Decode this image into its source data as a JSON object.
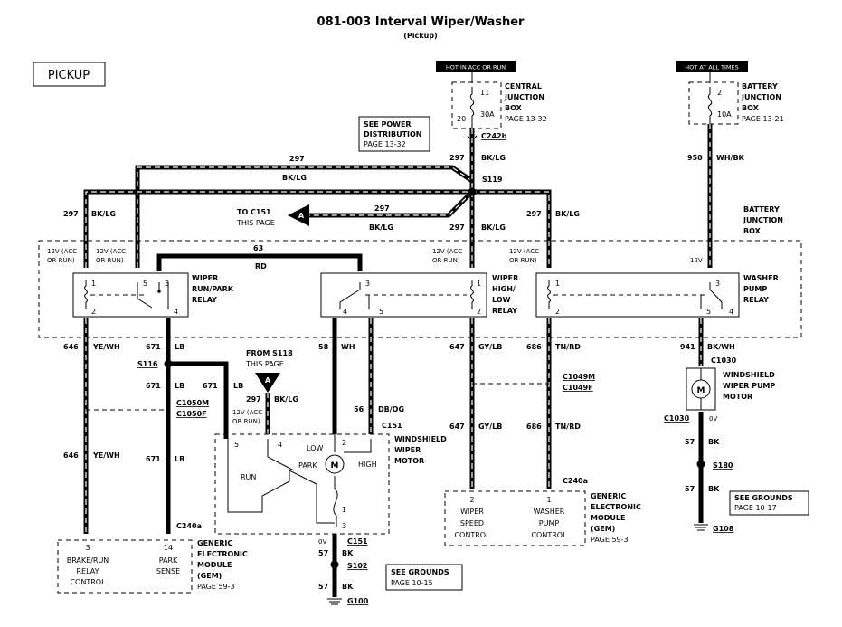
{
  "title": "081-003 Interval Wiper/Washer",
  "subtitle": "(Pickup)",
  "badge": "PICKUP",
  "flags": {
    "hot_acc_run": "HOT IN ACC OR RUN",
    "hot_all_times": "HOT AT ALL TIMES"
  },
  "cjb": {
    "pin_top": "11",
    "pin_bottom": "20",
    "fuse": "30A",
    "label1": "CENTRAL",
    "label2": "JUNCTION",
    "label3": "BOX",
    "page": "PAGE 13-32"
  },
  "bjb_fuse": {
    "pin": "2",
    "fuse": "10A",
    "label1": "BATTERY",
    "label2": "JUNCTION",
    "label3": "BOX",
    "page": "PAGE 13-21"
  },
  "see_power": {
    "line1": "SEE POWER",
    "line2": "DISTRIBUTION",
    "page": "PAGE 13-32"
  },
  "to_c151": {
    "line1": "TO C151",
    "line2": "THIS PAGE",
    "marker": "A"
  },
  "from_s118": {
    "line1": "FROM S118",
    "line2": "THIS PAGE",
    "marker": "A"
  },
  "bjb_box": {
    "line1": "BATTERY",
    "line2": "JUNCTION",
    "line3": "BOX"
  },
  "relay_block": {
    "pwr_label_a": "12V (ACC",
    "pwr_label_b": "OR RUN)",
    "pwr_12v": "12V"
  },
  "relays": {
    "run_park": {
      "line1": "WIPER",
      "line2": "RUN/PARK",
      "line3": "RELAY",
      "p1": "1",
      "p2": "2",
      "p3": "3",
      "p4": "4",
      "p5": "5"
    },
    "high_low": {
      "line1": "WIPER",
      "line2": "HIGH/",
      "line3": "LOW",
      "line4": "RELAY",
      "p1": "1",
      "p2": "2",
      "p3": "3",
      "p4": "4",
      "p5": "5"
    },
    "washer": {
      "line1": "WASHER",
      "line2": "PUMP",
      "line3": "RELAY",
      "p1": "1",
      "p2": "2",
      "p3": "3",
      "p4": "4",
      "p5": "5"
    }
  },
  "wires": {
    "w297": "297",
    "bklg": "BK/LG",
    "w950": "950",
    "whbk": "WH/BK",
    "w63": "63",
    "rd": "RD",
    "w646": "646",
    "yewh": "YE/WH",
    "w671": "671",
    "lb": "LB",
    "w58": "58",
    "wh": "WH",
    "w56": "56",
    "dbog": "DB/OG",
    "w647": "647",
    "gylb": "GY/LB",
    "w686": "686",
    "tnrd": "TN/RD",
    "w941": "941",
    "bkwh": "BK/WH",
    "w57": "57",
    "bk": "BK",
    "ov": "0V"
  },
  "splices": {
    "s119": "S119",
    "s116": "S116",
    "s102": "S102",
    "s180": "S180"
  },
  "connectors": {
    "c242b": "C242b",
    "c1050m": "C1050M",
    "c1050f": "C1050F",
    "c151": "C151",
    "c1049m": "C1049M",
    "c1049f": "C1049F",
    "c240a": "C240a",
    "c1030": "C1030"
  },
  "grounds": {
    "g100": "G100",
    "g108": "G108"
  },
  "see_grounds_left": {
    "line1": "SEE GROUNDS",
    "line2": "PAGE 10-15"
  },
  "see_grounds_right": {
    "line1": "SEE GROUNDS",
    "line2": "PAGE 10-17"
  },
  "wiper_motor": {
    "line1": "WINDSHIELD",
    "line2": "WIPER",
    "line3": "MOTOR",
    "low": "LOW",
    "high": "HIGH",
    "park": "PARK",
    "run": "RUN",
    "p5": "5",
    "p4": "4",
    "p2": "2",
    "p1": "1",
    "p3": "3",
    "pwr_a": "12V (ACC",
    "pwr_b": "OR RUN)"
  },
  "washer_motor": {
    "line1": "WINDSHIELD",
    "line2": "WIPER PUMP",
    "line3": "MOTOR"
  },
  "gem_left": {
    "pin3": "3",
    "pin14": "14",
    "c1a": "BRAKE/RUN",
    "c1b": "RELAY",
    "c1c": "CONTROL",
    "c2a": "PARK",
    "c2b": "SENSE",
    "label1": "GENERIC",
    "label2": "ELECTRONIC",
    "label3": "MODULE",
    "label4": "(GEM)",
    "page": "PAGE 59-3"
  },
  "gem_right": {
    "pin2": "2",
    "pin1": "1",
    "c1a": "WIPER",
    "c1b": "SPEED",
    "c1c": "CONTROL",
    "c2a": "WASHER",
    "c2b": "PUMP",
    "c2c": "CONTROL",
    "label1": "GENERIC",
    "label2": "ELECTRONIC",
    "label3": "MODULE",
    "label4": "(GEM)",
    "page": "PAGE 59-3"
  },
  "motor_symbol": "M"
}
